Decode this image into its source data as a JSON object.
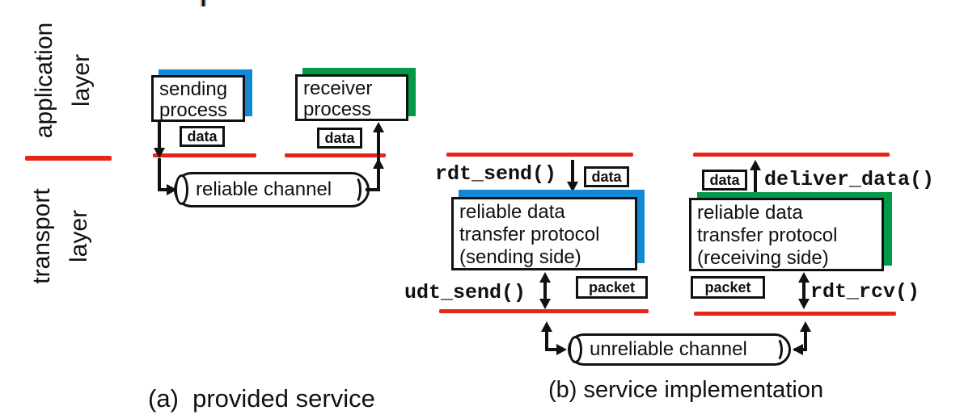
{
  "colors": {
    "red": "#e5241a",
    "blue": "#1389d6",
    "green": "#029a49"
  },
  "layer_labels": {
    "application": "application\nlayer",
    "transport": "transport\nlayer"
  },
  "panel_a": {
    "sender_box": "sending\nprocess",
    "receiver_box": "receiver\nprocess",
    "sender_data_tag": "data",
    "receiver_data_tag": "data",
    "channel": "reliable channel",
    "caption": "(a)  provided service"
  },
  "panel_b": {
    "rdt_send": "rdt_send()",
    "deliver_data": "deliver_data()",
    "udt_send": "udt_send()",
    "rdt_rcv": "rdt_rcv()",
    "sender_data_tag": "data",
    "receiver_data_tag": "data",
    "sender_packet_tag": "packet",
    "receiver_packet_tag": "packet",
    "sending_box": "reliable data\ntransfer protocol\n(sending side)",
    "receiving_box": "reliable data\ntransfer protocol\n(receiving side)",
    "channel": "unreliable channel",
    "caption": "(b) service implementation"
  }
}
